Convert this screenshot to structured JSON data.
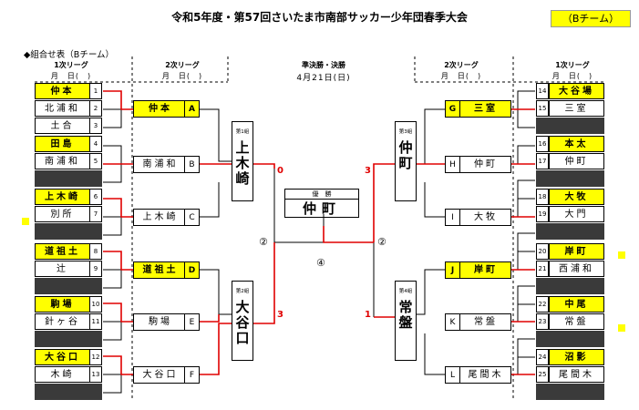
{
  "title": "令和5年度・第57回さいたま市南部サッカー少年団春季大会",
  "team_tag": "（Bチーム）",
  "subtitle": "◆組合せ表（Bチーム）",
  "headers": {
    "left_first": "1次リーグ",
    "left_second": "2次リーグ",
    "center": "準決勝・決勝",
    "right_second": "2次リーグ",
    "right_first": "1次リーグ",
    "date_blank": "月　日(　)",
    "date_final": "4月21日(日)"
  },
  "left_teams": [
    {
      "num": "1",
      "name": "仲本",
      "style": "y"
    },
    {
      "num": "2",
      "name": "北浦和",
      "style": ""
    },
    {
      "num": "3",
      "name": "土合",
      "style": ""
    },
    {
      "num": "4",
      "name": "田島",
      "style": "y"
    },
    {
      "num": "5",
      "name": "南浦和",
      "style": ""
    },
    {
      "num": "",
      "name": "",
      "style": "dk"
    },
    {
      "num": "6",
      "name": "上木崎",
      "style": "y"
    },
    {
      "num": "7",
      "name": "別所",
      "style": ""
    },
    {
      "num": "",
      "name": "",
      "style": "dk"
    },
    {
      "num": "8",
      "name": "道祖土",
      "style": "y"
    },
    {
      "num": "9",
      "name": "辻",
      "style": ""
    },
    {
      "num": "",
      "name": "",
      "style": "dk"
    },
    {
      "num": "10",
      "name": "駒場",
      "style": "y"
    },
    {
      "num": "11",
      "name": "針ヶ谷",
      "style": ""
    },
    {
      "num": "",
      "name": "",
      "style": "dk"
    },
    {
      "num": "12",
      "name": "大谷口",
      "style": "y"
    },
    {
      "num": "13",
      "name": "木崎",
      "style": ""
    },
    {
      "num": "",
      "name": "",
      "style": "dk"
    }
  ],
  "right_teams": [
    {
      "num": "14",
      "name": "大谷場",
      "style": "y"
    },
    {
      "num": "15",
      "name": "三室",
      "style": ""
    },
    {
      "num": "",
      "name": "",
      "style": "dk"
    },
    {
      "num": "16",
      "name": "本太",
      "style": "y"
    },
    {
      "num": "17",
      "name": "仲町",
      "style": ""
    },
    {
      "num": "",
      "name": "",
      "style": "dk"
    },
    {
      "num": "18",
      "name": "大牧",
      "style": "y"
    },
    {
      "num": "19",
      "name": "大門",
      "style": ""
    },
    {
      "num": "",
      "name": "",
      "style": "dk"
    },
    {
      "num": "20",
      "name": "岸町",
      "style": "y"
    },
    {
      "num": "21",
      "name": "西浦和",
      "style": ""
    },
    {
      "num": "",
      "name": "",
      "style": "dk"
    },
    {
      "num": "22",
      "name": "中尾",
      "style": "y"
    },
    {
      "num": "23",
      "name": "常盤",
      "style": ""
    },
    {
      "num": "",
      "name": "",
      "style": "dk"
    },
    {
      "num": "24",
      "name": "沼影",
      "style": "y"
    },
    {
      "num": "25",
      "name": "尾間木",
      "style": ""
    },
    {
      "num": "",
      "name": "",
      "style": "dk"
    }
  ],
  "left_second": [
    {
      "letter": "A",
      "name": "仲本",
      "style": "y"
    },
    {
      "letter": "B",
      "name": "南浦和",
      "style": ""
    },
    {
      "letter": "C",
      "name": "上木崎",
      "style": ""
    },
    {
      "letter": "D",
      "name": "道祖土",
      "style": "y"
    },
    {
      "letter": "E",
      "name": "駒場",
      "style": ""
    },
    {
      "letter": "F",
      "name": "大谷口",
      "style": ""
    }
  ],
  "right_second": [
    {
      "letter": "G",
      "name": "三室",
      "style": "y"
    },
    {
      "letter": "H",
      "name": "仲町",
      "style": ""
    },
    {
      "letter": "I",
      "name": "大牧",
      "style": ""
    },
    {
      "letter": "J",
      "name": "岸町",
      "style": "y"
    },
    {
      "letter": "K",
      "name": "常盤",
      "style": ""
    },
    {
      "letter": "L",
      "name": "尾間木",
      "style": ""
    }
  ],
  "groups": [
    {
      "label": "第1組",
      "name": "上木崎"
    },
    {
      "label": "第2組",
      "name": "大谷口"
    },
    {
      "label": "第3組",
      "name": "仲町"
    },
    {
      "label": "第4組",
      "name": "常盤"
    }
  ],
  "scores": {
    "g1": "0",
    "g2": "3",
    "g3": "3",
    "g4": "1"
  },
  "match_nums": {
    "semi_left": "②",
    "semi_right": "②",
    "final": "④"
  },
  "final_box": {
    "label": "優　勝",
    "winner": "仲町"
  },
  "colors": {
    "highlight": "#ffff00",
    "winner_line": "#e00000",
    "dark_row": "#3a3a3a"
  }
}
